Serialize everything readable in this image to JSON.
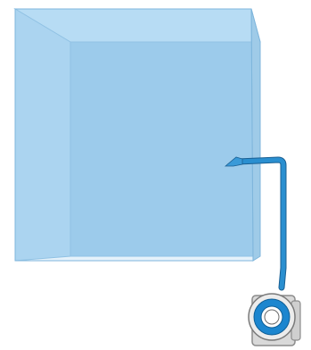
{
  "diagram": {
    "components": [
      {
        "name": "tank",
        "shape": "transparent-box",
        "fill_colors": [
          "#b9def5",
          "#9fcbe8",
          "#8fc3e6",
          "#a6d2ee"
        ],
        "edge_color": "#7fb6dc"
      },
      {
        "name": "water-pipe",
        "color": "#2a8fd0",
        "outline_color": "#1a5f92"
      },
      {
        "name": "pipe-outlet-nozzle",
        "color": "#3a9ad8"
      },
      {
        "name": "pump",
        "body_color": "#d9d9d9",
        "rotor_color": "#1c86cf"
      }
    ],
    "connections": [
      {
        "from": "pump",
        "to": "pipe-outlet-nozzle",
        "via": "water-pipe"
      }
    ]
  }
}
